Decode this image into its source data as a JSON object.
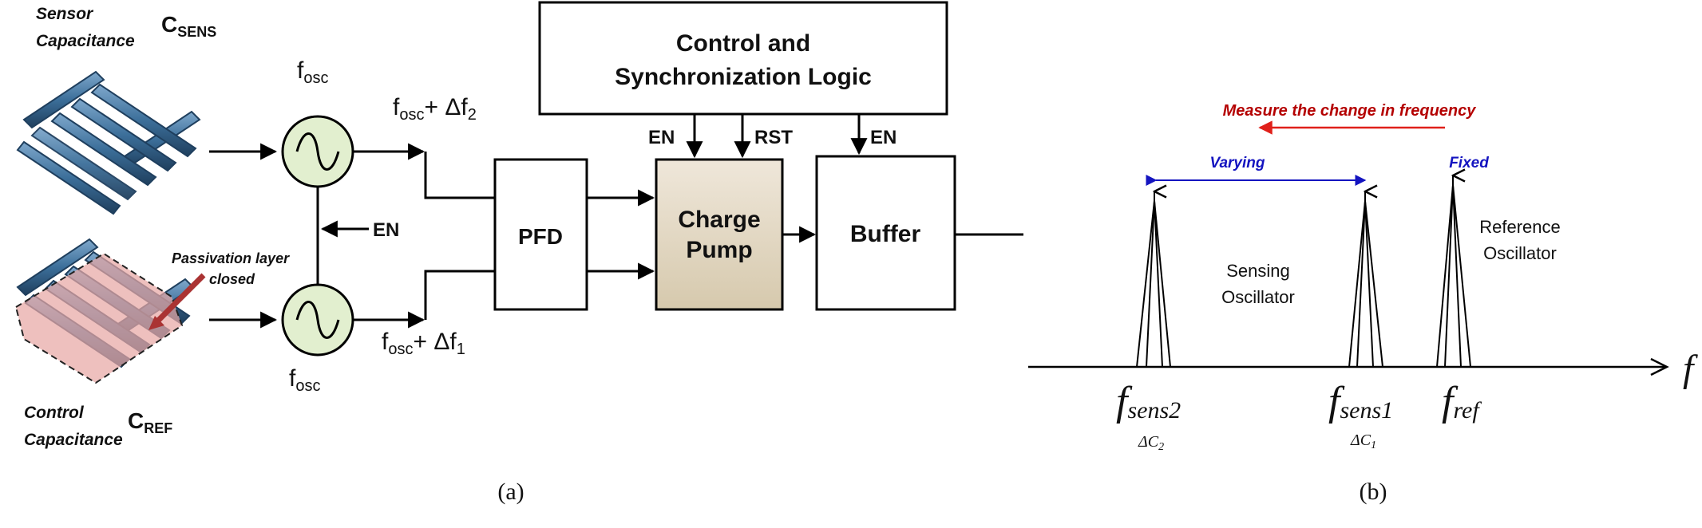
{
  "panel_a": {
    "sensor_cap_label_1": "Sensor",
    "sensor_cap_label_2": "Capacitance",
    "c_sens_main": "C",
    "c_sens_sub": "SENS",
    "control_cap_label_1": "Control",
    "control_cap_label_2": "Capacitance",
    "c_ref_main": "C",
    "c_ref_sub": "REF",
    "passivation_label_1": "Passivation layer",
    "passivation_label_2": "closed",
    "fosc_main": "f",
    "fosc_sub": "osc",
    "f_top_plus": "+ Δf",
    "f_top_sub": "2",
    "f_bot_plus": "+ Δf",
    "f_bot_sub": "1",
    "en_osc": "EN",
    "pfd": "PFD",
    "charge_pump_1": "Charge",
    "charge_pump_2": "Pump",
    "buffer": "Buffer",
    "control_logic_1": "Control and",
    "control_logic_2": "Synchronization Logic",
    "en_cp": "EN",
    "rst_cp": "RST",
    "en_buf": "EN",
    "caption": "(a)"
  },
  "panel_b": {
    "measure_label": "Measure the change in frequency",
    "varying_label": "Varying",
    "fixed_label": "Fixed",
    "sensing_osc_1": "Sensing",
    "sensing_osc_2": "Oscillator",
    "reference_osc_1": "Reference",
    "reference_osc_2": "Oscillator",
    "f_main": "f",
    "fsens2_sub": "sens2",
    "fsens1_sub": "sens1",
    "fref_sub": "ref",
    "dc2_main": "ΔC",
    "dc2_sub": "2",
    "dc1_main": "ΔC",
    "dc1_sub": "1",
    "axis_label": "f",
    "caption": "(b)"
  },
  "colors": {
    "osc_fill": "#e2efcf",
    "cp_fill_top": "#ece3d4",
    "cp_fill_bottom": "#d8ccb2",
    "measure_red": "#b40000",
    "arrow_red": "#e0201a",
    "blue": "#1414c0",
    "cap_blue": "#3c6f9a",
    "passivation_pink": "#e7a7a5"
  }
}
